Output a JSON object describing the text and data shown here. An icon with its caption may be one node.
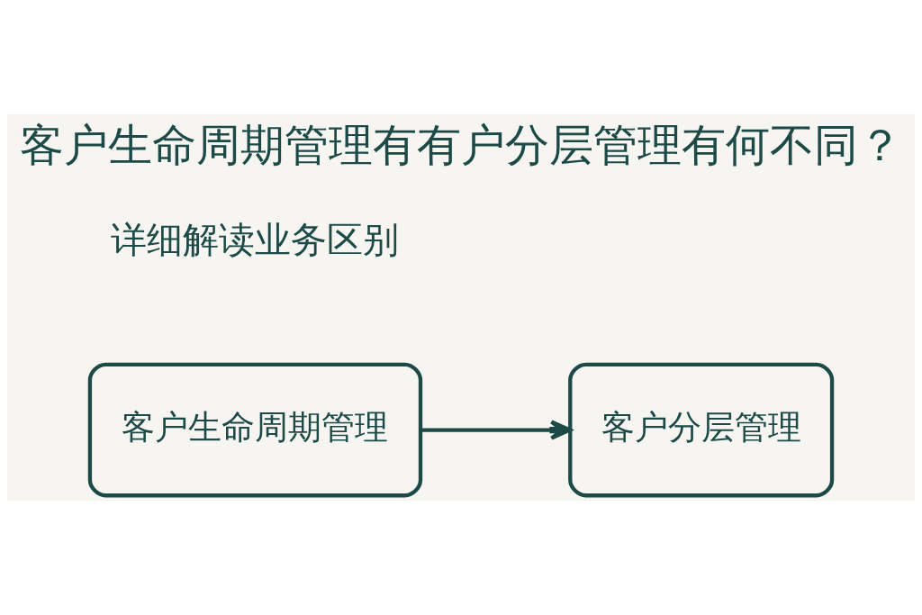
{
  "diagram": {
    "title": "客户生命周期管理有有户分层管理有何不同？",
    "nodes": [
      {
        "text": [
          "客户生命周期管理"
        ]
      },
      {
        "text": [
          "客户分层管理"
        ]
      }
    ],
    "edges": [
      {
        "from": 0,
        "to": 1,
        "arrow": "to"
      }
    ],
    "labels": [
      "详细解读业务区别"
    ]
  }
}
